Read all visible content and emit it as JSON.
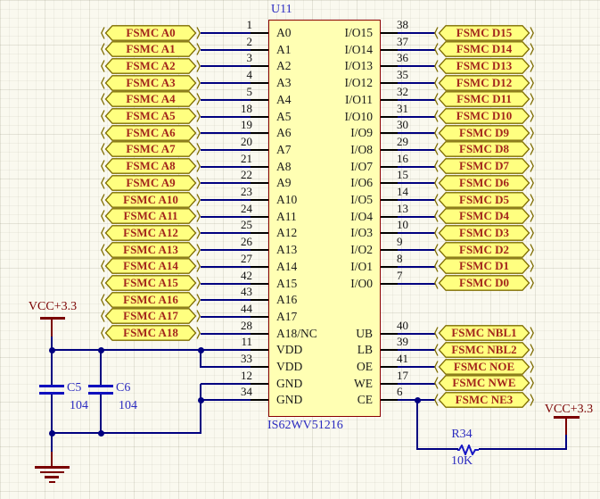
{
  "schematic": {
    "designator": "U11",
    "part_number": "IS62WV51216",
    "left_rows": [
      {
        "pin": "1",
        "name": "A0",
        "port": "FSMC A0"
      },
      {
        "pin": "2",
        "name": "A1",
        "port": "FSMC A1"
      },
      {
        "pin": "3",
        "name": "A2",
        "port": "FSMC A2"
      },
      {
        "pin": "4",
        "name": "A3",
        "port": "FSMC A3"
      },
      {
        "pin": "5",
        "name": "A4",
        "port": "FSMC A4"
      },
      {
        "pin": "18",
        "name": "A5",
        "port": "FSMC A5"
      },
      {
        "pin": "19",
        "name": "A6",
        "port": "FSMC A6"
      },
      {
        "pin": "20",
        "name": "A7",
        "port": "FSMC A7"
      },
      {
        "pin": "21",
        "name": "A8",
        "port": "FSMC A8"
      },
      {
        "pin": "22",
        "name": "A9",
        "port": "FSMC A9"
      },
      {
        "pin": "23",
        "name": "A10",
        "port": "FSMC A10"
      },
      {
        "pin": "24",
        "name": "A11",
        "port": "FSMC A11"
      },
      {
        "pin": "25",
        "name": "A12",
        "port": "FSMC A12"
      },
      {
        "pin": "26",
        "name": "A13",
        "port": "FSMC A13"
      },
      {
        "pin": "27",
        "name": "A14",
        "port": "FSMC A14"
      },
      {
        "pin": "42",
        "name": "A15",
        "port": "FSMC A15"
      },
      {
        "pin": "43",
        "name": "A16",
        "port": "FSMC A16"
      },
      {
        "pin": "44",
        "name": "A17",
        "port": "FSMC A17"
      },
      {
        "pin": "28",
        "name": "A18/NC",
        "port": "FSMC A18"
      },
      {
        "pin": "11",
        "name": "VDD",
        "port": null
      },
      {
        "pin": "33",
        "name": "VDD",
        "port": null
      },
      {
        "pin": "12",
        "name": "GND",
        "port": null
      },
      {
        "pin": "34",
        "name": "GND",
        "port": null
      }
    ],
    "right_rows": [
      {
        "pin": "38",
        "name": "I/O15",
        "port": "FSMC D15"
      },
      {
        "pin": "37",
        "name": "I/O14",
        "port": "FSMC D14"
      },
      {
        "pin": "36",
        "name": "I/O13",
        "port": "FSMC D13"
      },
      {
        "pin": "35",
        "name": "I/O12",
        "port": "FSMC D12"
      },
      {
        "pin": "32",
        "name": "I/O11",
        "port": "FSMC D11"
      },
      {
        "pin": "31",
        "name": "I/O10",
        "port": "FSMC D10"
      },
      {
        "pin": "30",
        "name": "I/O9",
        "port": "FSMC D9"
      },
      {
        "pin": "29",
        "name": "I/O8",
        "port": "FSMC D8"
      },
      {
        "pin": "16",
        "name": "I/O7",
        "port": "FSMC D7"
      },
      {
        "pin": "15",
        "name": "I/O6",
        "port": "FSMC D6"
      },
      {
        "pin": "14",
        "name": "I/O5",
        "port": "FSMC D5"
      },
      {
        "pin": "13",
        "name": "I/O4",
        "port": "FSMC D4"
      },
      {
        "pin": "10",
        "name": "I/O3",
        "port": "FSMC D3"
      },
      {
        "pin": "9",
        "name": "I/O2",
        "port": "FSMC D2"
      },
      {
        "pin": "8",
        "name": "I/O1",
        "port": "FSMC D1"
      },
      {
        "pin": "7",
        "name": "I/O0",
        "port": "FSMC D0"
      },
      null,
      null,
      {
        "pin": "40",
        "name": "UB",
        "port": "FSMC NBL1"
      },
      {
        "pin": "39",
        "name": "LB",
        "port": "FSMC NBL2"
      },
      {
        "pin": "41",
        "name": "OE",
        "port": "FSMC NOE"
      },
      {
        "pin": "17",
        "name": "WE",
        "port": "FSMC NWE"
      },
      {
        "pin": "6",
        "name": "CE",
        "port": "FSMC NE3"
      }
    ],
    "power": {
      "vcc_left": "VCC+3.3",
      "vcc_right": "VCC+3.3",
      "capacitors": [
        {
          "designator": "C5",
          "value": "104"
        },
        {
          "designator": "C6",
          "value": "104"
        }
      ],
      "resistor": {
        "designator": "R34",
        "value": "10K"
      }
    },
    "symbols": {
      "ground": "ground-icon",
      "power_rail": "power-bar-icon",
      "junction": "junction-dot",
      "port_shape": "bidirectional-port-arrow"
    },
    "colors": {
      "background": "#FAF9EF",
      "wire": "#000080",
      "pin_stub": "#000000",
      "port_fill": "#FFFF80",
      "port_outline": "#7E6C00",
      "port_text": "#A3261C",
      "chip_fill": "#FFFFB3",
      "chip_outline": "#8B0000",
      "designator_text": "#2B2BC0",
      "power_symbol": "#7A0000",
      "component_symbol_blue": "#1717C4"
    }
  }
}
